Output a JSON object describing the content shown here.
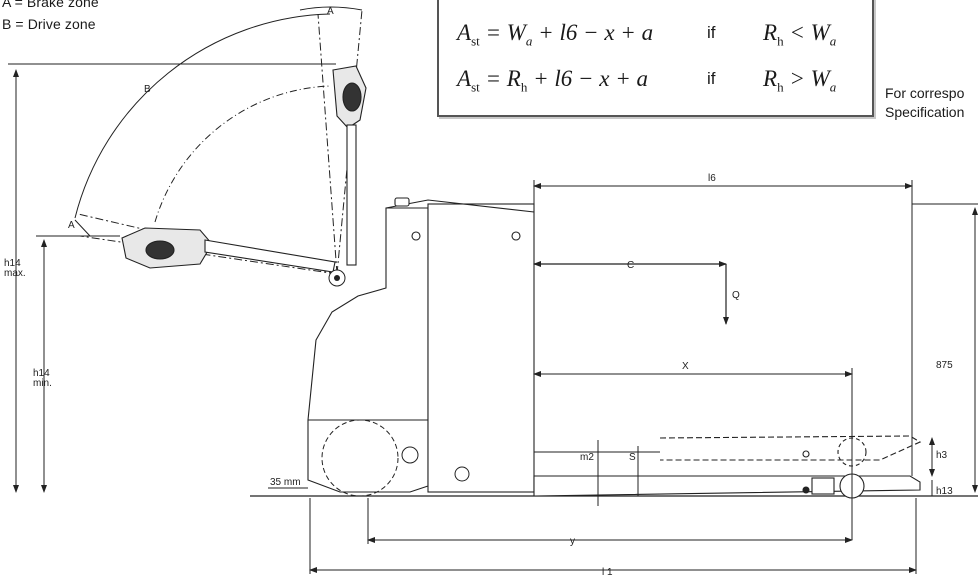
{
  "legend": {
    "brake_zone": "A = Brake zone",
    "drive_zone": "B = Drive zone"
  },
  "formula": {
    "row1_lhs": "A",
    "row1_sub": "st",
    "row1_expr": "= W",
    "row1_sub2": "a",
    "row1_tail": "+ l6 − x + a",
    "row1_if": "if",
    "row1_cond": "R",
    "row1_cond_sub": "h",
    "row1_cond_op": "< W",
    "row1_cond_sub2": "a",
    "row2_lhs": "A",
    "row2_sub": "st",
    "row2_expr": "= R",
    "row2_sub2": "h",
    "row2_tail": "+ l6 − x + a",
    "row2_if": "if",
    "row2_cond": "R",
    "row2_cond_sub": "h",
    "row2_cond_op": "> W",
    "row2_cond_sub2": "a"
  },
  "note": {
    "line1": "For correspo",
    "line2": "Specification"
  },
  "dimensions": {
    "A_top": "A",
    "A_left": "A",
    "B": "B",
    "h14_max_1": "h14",
    "h14_max_2": "max.",
    "h14_min_1": "h14",
    "h14_min_2": "min.",
    "mm35": "35 mm",
    "l6": "l6",
    "C": "C",
    "Q": "Q",
    "X": "X",
    "h875": "875",
    "m2": "m2",
    "s": "S",
    "h3": "h3",
    "h13": "h13",
    "y": "y",
    "l1": "l 1"
  }
}
